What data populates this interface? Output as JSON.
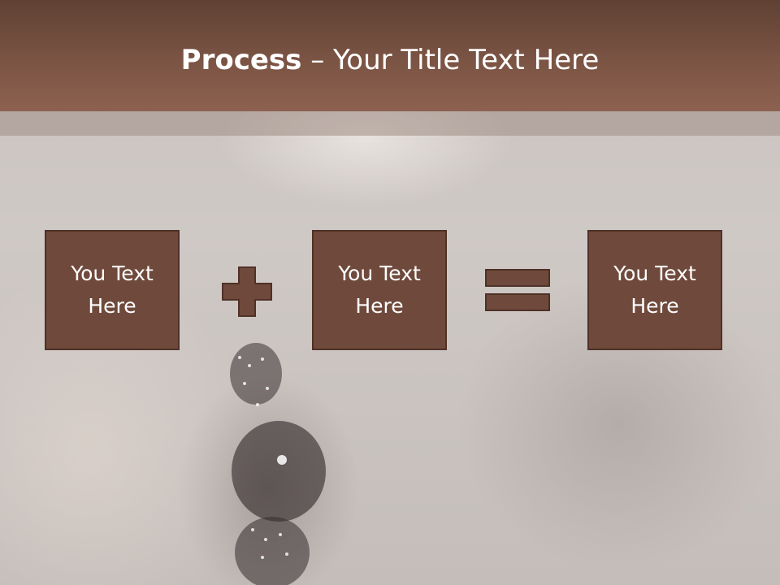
{
  "slide": {
    "title_bold": "Process",
    "title_dash": " – ",
    "title_rest": "Your Title Text Here"
  },
  "process": {
    "boxes": [
      {
        "text": "You Text Here"
      },
      {
        "text": "You Text Here"
      },
      {
        "text": "You Text Here"
      }
    ],
    "operators": [
      "plus-icon",
      "equals-icon"
    ]
  },
  "colors": {
    "header": "#7b5444",
    "box_fill": "#6f4a3c",
    "box_border": "#4f3127",
    "text": "#ffffff"
  }
}
